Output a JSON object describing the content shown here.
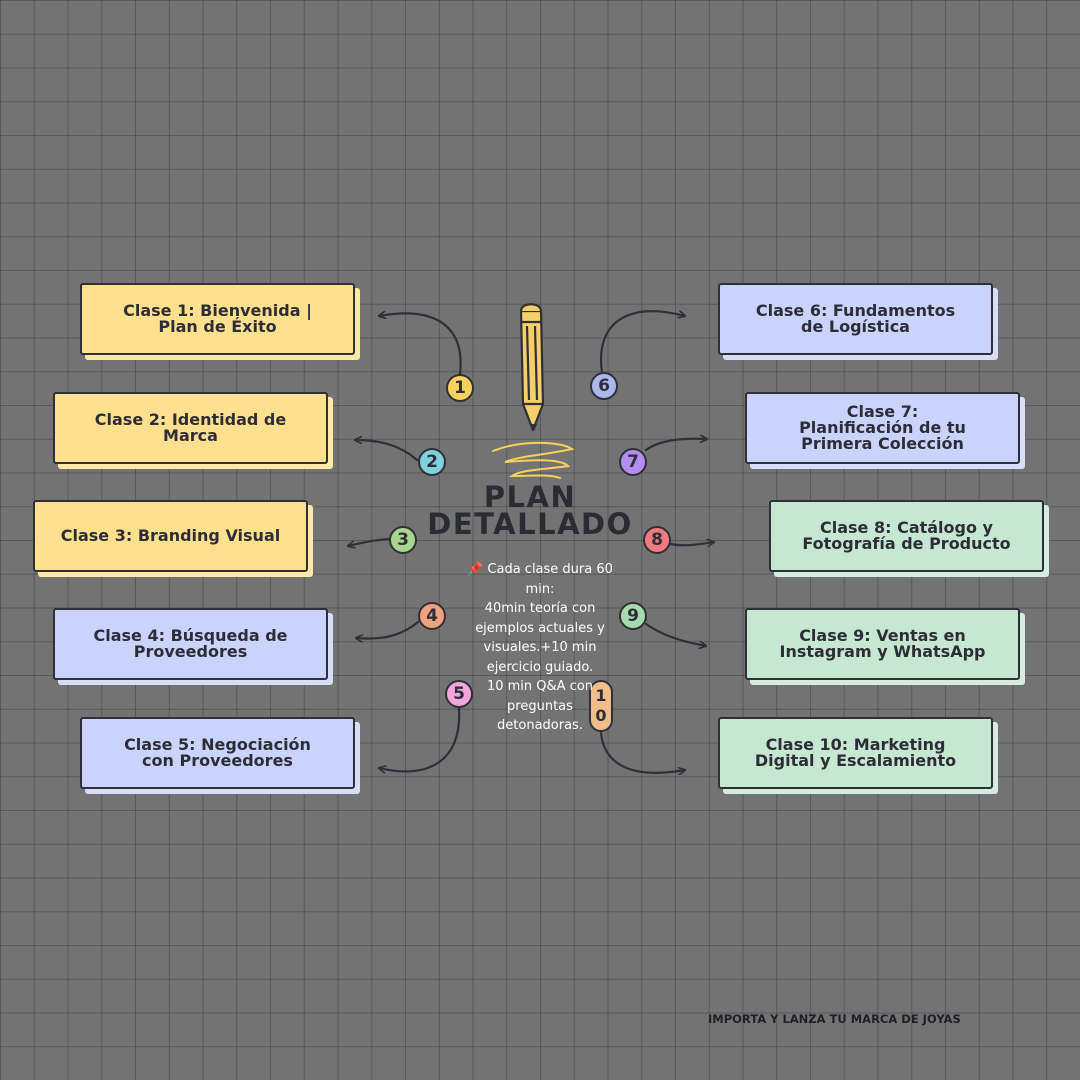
{
  "title": {
    "line1": "PLAN",
    "line2": "DETALLADO"
  },
  "description": {
    "icon": "pushpin-icon",
    "lines": [
      "📌 Cada clase dura 60",
      "min:",
      "40min teoría con",
      "ejemplos actuales y",
      "visuales.+10 min",
      "ejercicio guiado.",
      "10 min Q&A con",
      "preguntas",
      "detonadoras."
    ]
  },
  "footer": "IMPORTA Y LANZA TU MARCA DE JOYAS",
  "colors": {
    "background": "#737373",
    "grid": "#4f4f4f",
    "ink": "#2f3037",
    "yellow": "#ffe08f",
    "blue": "#c9d3fb",
    "green": "#c6e7d2",
    "pencil": "#f4cf6a",
    "badge_yellow": "#f7d15a",
    "badge_teal": "#7fd3dd",
    "badge_green": "#a8d68e",
    "badge_orange": "#f0a27e",
    "badge_pink": "#f2a6dc",
    "badge_blue": "#aab8ee",
    "badge_purple": "#b58cf0",
    "badge_red": "#f27a7e",
    "badge_mint": "#a5dcae",
    "badge_peach": "#f1bd89"
  },
  "classes": [
    {
      "number": "1",
      "lines": [
        "Clase 1: Bienvenida |",
        "Plan de Éxito"
      ],
      "color": "yellow"
    },
    {
      "number": "2",
      "lines": [
        "Clase 2: Identidad de",
        "Marca"
      ],
      "color": "yellow"
    },
    {
      "number": "3",
      "lines": [
        "Clase 3: Branding Visual"
      ],
      "color": "yellow"
    },
    {
      "number": "4",
      "lines": [
        "Clase 4: Búsqueda de",
        "Proveedores"
      ],
      "color": "blue"
    },
    {
      "number": "5",
      "lines": [
        "Clase 5: Negociación",
        "con Proveedores"
      ],
      "color": "blue"
    },
    {
      "number": "6",
      "lines": [
        "Clase 6: Fundamentos",
        "de Logística"
      ],
      "color": "blue"
    },
    {
      "number": "7",
      "lines": [
        "Clase 7:",
        "Planificación de tu",
        "Primera Colección"
      ],
      "color": "blue"
    },
    {
      "number": "8",
      "lines": [
        "Clase 8: Catálogo y",
        "Fotografía de Producto"
      ],
      "color": "green"
    },
    {
      "number": "9",
      "lines": [
        "Clase 9: Ventas en",
        "Instagram y WhatsApp"
      ],
      "color": "green"
    },
    {
      "number": "10",
      "lines": [
        "Clase 10: Marketing",
        "Digital y Escalamiento"
      ],
      "color": "green"
    }
  ]
}
